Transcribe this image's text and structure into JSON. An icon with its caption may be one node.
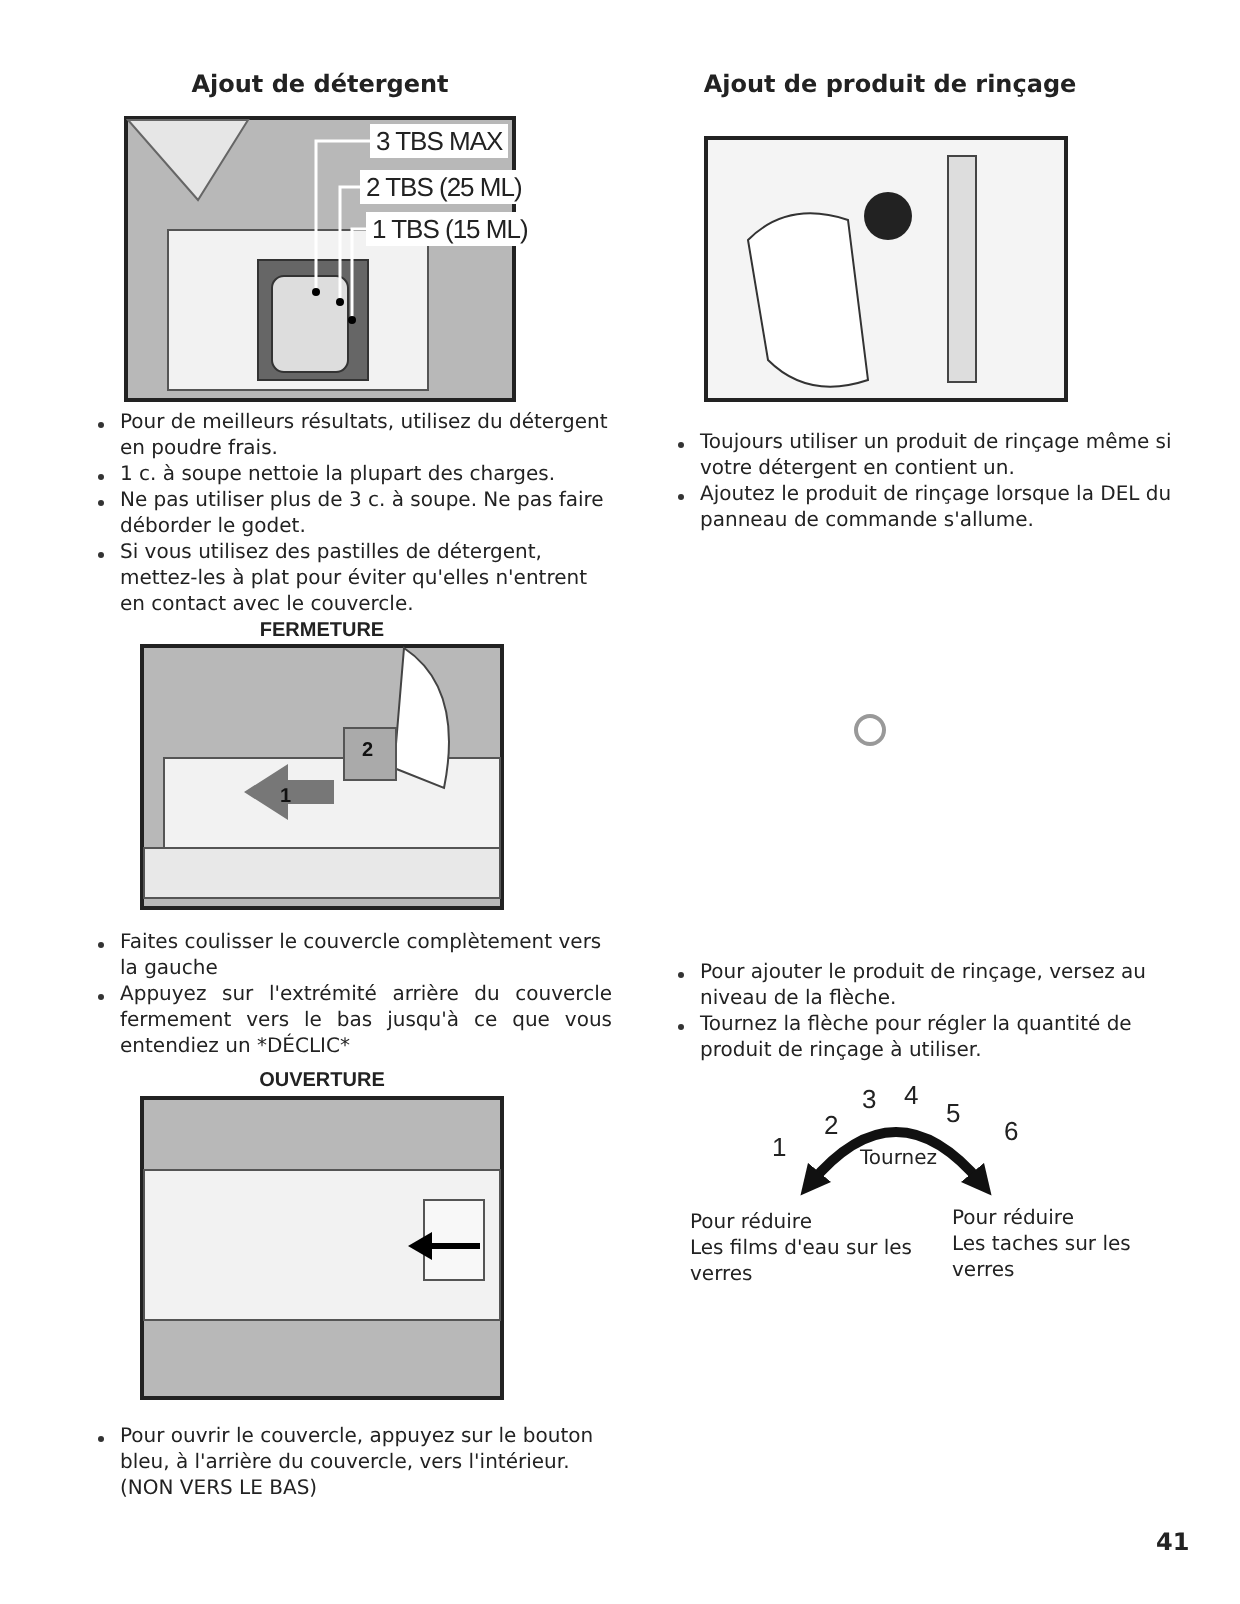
{
  "diagram": {
    "nodes": [
      {
        "text": [
          "3 TBS MAX"
        ]
      },
      {
        "text": [
          "2 TBS (25 ML)"
        ]
      },
      {
        "text": [
          "1 TBS (15 ML)"
        ]
      }
    ],
    "edges": [
      {
        "from": 0,
        "to": null,
        "arrow": "none"
      },
      {
        "from": 1,
        "to": null,
        "arrow": "none"
      },
      {
        "from": 2,
        "to": null,
        "arrow": "none"
      }
    ],
    "labels": [
      "Ajout de détergent",
      "Pour de meilleurs résultats, utilisez du détergent en poudre frais.",
      "1 c. à soupe nettoie la plupart des charges.",
      "Ne pas utiliser plus de 3 c. à soupe. Ne pas faire déborder le godet.",
      "Si vous utilisez des pastilles de détergent, mettez-les à plat pour éviter qu'elles n'entrent en contact avec le couvercle.",
      "FERMETURE",
      "2",
      "1",
      "Faites coulisser le couvercle complètement vers la gauche",
      "Appuyez sur l'extrémité arrière du couvercle fermement vers le bas jusqu'à ce que vous entendiez un *DÉCLIC*",
      "OUVERTURE",
      "Pour ouvrir le couvercle, appuyez sur le bouton bleu, à l'arrière du couvercle, vers l'intérieur. (NON VERS LE BAS)",
      "Ajout de produit de rinçage",
      "Toujours utiliser un produit de rinçage même si votre détergent en contient un.",
      "Ajoutez le produit de rinçage lorsque la DEL du panneau de commande s'allume.",
      "Pour ajouter le produit de rinçage, versez au niveau de la flèche.",
      "Tournez la flèche pour régler la quantité de produit de rinçage à utiliser.",
      "1",
      "2",
      "3",
      "4",
      "5",
      "6",
      "Tournez",
      "Pour réduire",
      "Les films d'eau sur les verres",
      "Pour réduire",
      "Les taches sur les verres",
      "41"
    ]
  }
}
